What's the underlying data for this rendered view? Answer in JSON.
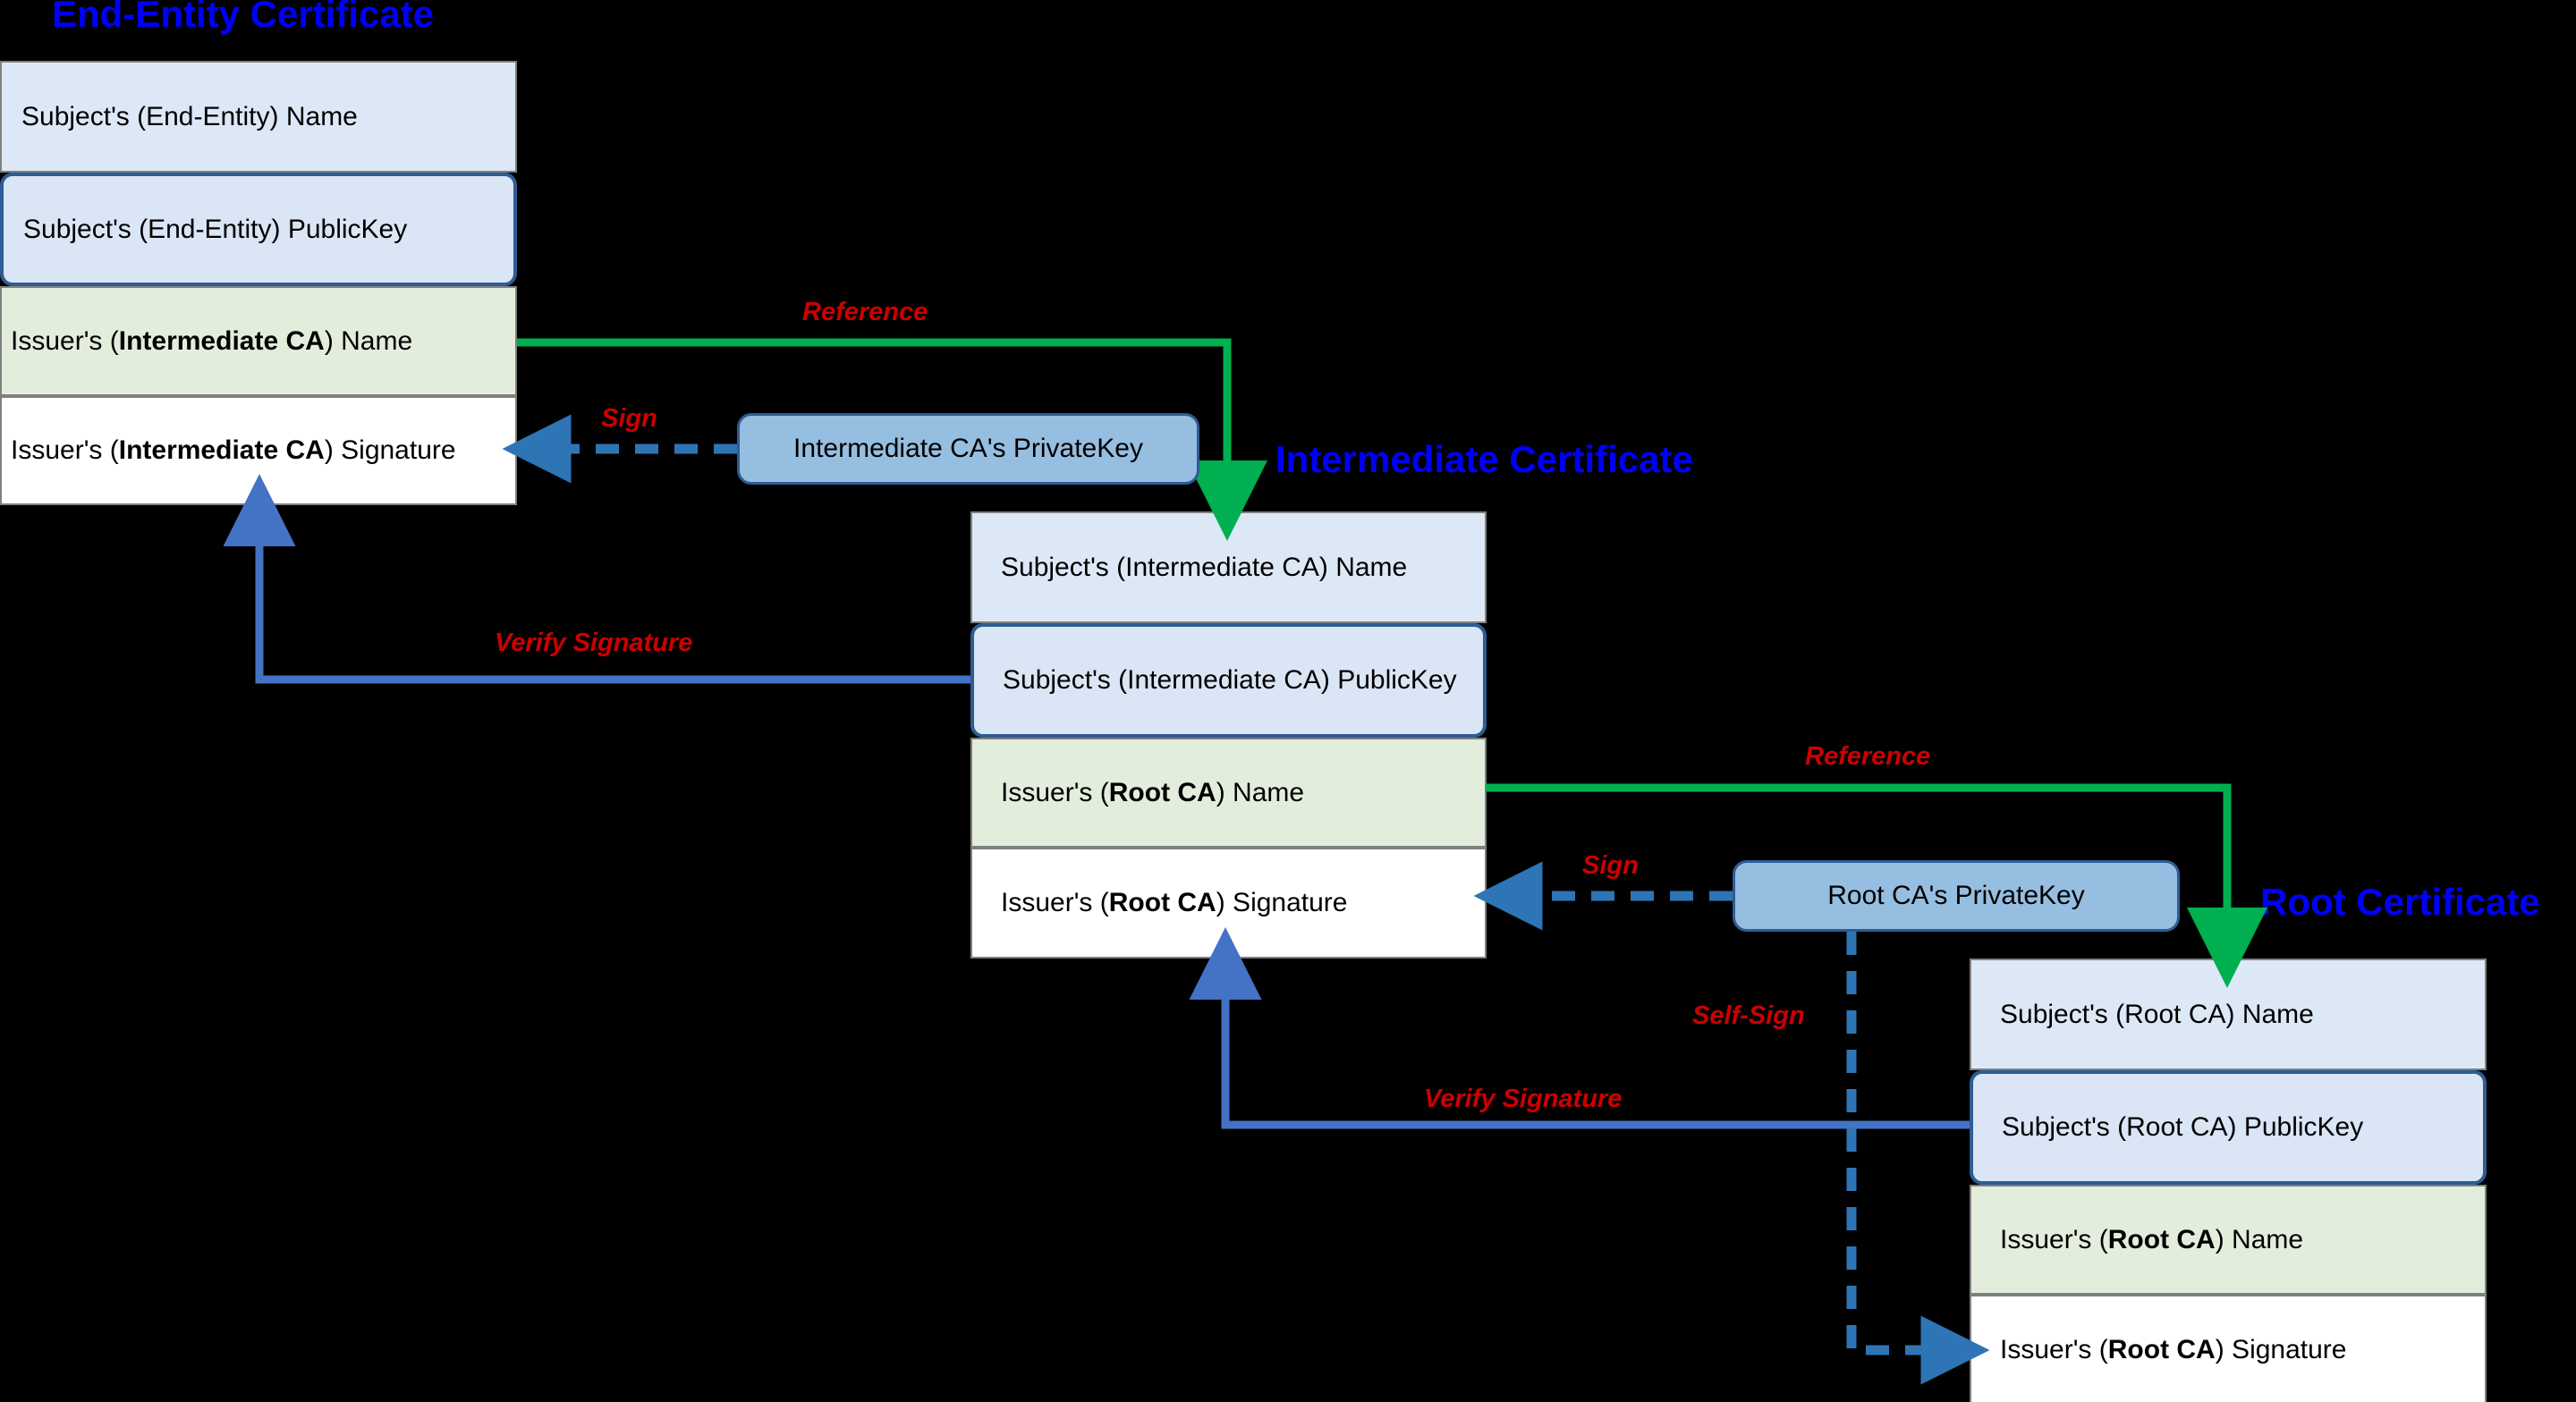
{
  "diagram": {
    "title_color": "#0000FF",
    "label_color": "#CC0000",
    "reference_color": "#00B050",
    "verify_color": "#4472C4",
    "sign_color": "#2E75B6",
    "background": "#000000"
  },
  "certificates": [
    {
      "id": "end-entity",
      "title": "End-Entity Certificate",
      "rows": [
        {
          "kind": "subject-name",
          "text": "Subject's (End-Entity) Name"
        },
        {
          "kind": "subject-key",
          "text": "Subject's (End-Entity) PublicKey"
        },
        {
          "kind": "issuer-name",
          "prefix": "Issuer's (",
          "bold": "Intermediate CA",
          "suffix": ") Name"
        },
        {
          "kind": "issuer-sig",
          "prefix": "Issuer's (",
          "bold": "Intermediate CA",
          "suffix": ") Signature"
        }
      ]
    },
    {
      "id": "intermediate",
      "title": "Intermediate Certificate",
      "rows": [
        {
          "kind": "subject-name",
          "text": "Subject's (Intermediate CA) Name"
        },
        {
          "kind": "subject-key",
          "text": "Subject's (Intermediate CA) PublicKey"
        },
        {
          "kind": "issuer-name",
          "prefix": "Issuer's (",
          "bold": "Root CA",
          "suffix": ") Name"
        },
        {
          "kind": "issuer-sig",
          "prefix": "Issuer's (",
          "bold": "Root CA",
          "suffix": ") Signature"
        }
      ]
    },
    {
      "id": "root",
      "title": "Root Certificate",
      "rows": [
        {
          "kind": "subject-name",
          "text": "Subject's (Root CA) Name"
        },
        {
          "kind": "subject-key",
          "text": "Subject's (Root CA) PublicKey"
        },
        {
          "kind": "issuer-name",
          "prefix": "Issuer's (",
          "bold": "Root CA",
          "suffix": ") Name"
        },
        {
          "kind": "issuer-sig",
          "prefix": "Issuer's (",
          "bold": "Root CA",
          "suffix": ") Signature"
        }
      ]
    }
  ],
  "private_keys": [
    {
      "id": "intermediate-privkey",
      "label": "Intermediate CA's PrivateKey"
    },
    {
      "id": "root-privkey",
      "label": "Root CA's PrivateKey"
    }
  ],
  "edges": [
    {
      "id": "reference-1",
      "label": "Reference"
    },
    {
      "id": "sign-1",
      "label": "Sign"
    },
    {
      "id": "verify-1",
      "label": "Verify Signature"
    },
    {
      "id": "reference-2",
      "label": "Reference"
    },
    {
      "id": "sign-2",
      "label": "Sign"
    },
    {
      "id": "self-sign",
      "label": "Self-Sign"
    },
    {
      "id": "verify-2",
      "label": "Verify Signature"
    }
  ]
}
